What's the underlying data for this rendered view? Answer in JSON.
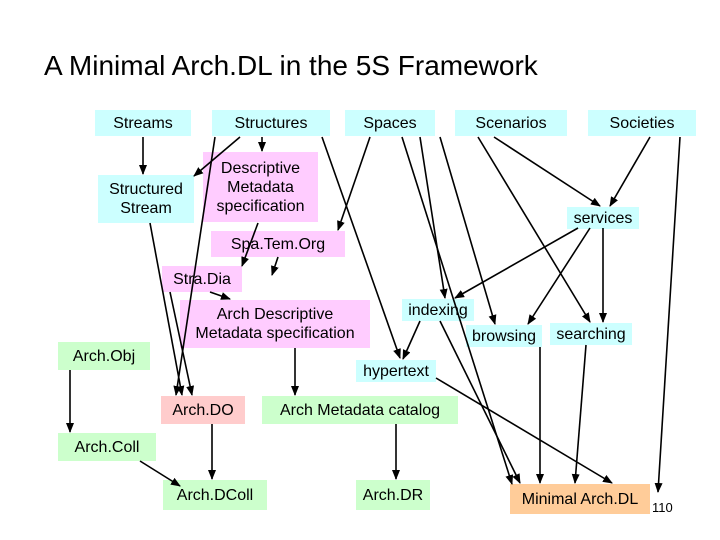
{
  "title": "A Minimal Arch.DL in the 5S Framework",
  "page_number": "110",
  "nodes": {
    "streams": "Streams",
    "structures": "Structures",
    "spaces": "Spaces",
    "scenarios": "Scenarios",
    "societies": "Societies",
    "structured_stream": "Structured\nStream",
    "descriptive_metadata": "Descriptive\nMetadata\nspecification",
    "services": "services",
    "spatemorg": "Spa.Tem.Org",
    "stradia": "Stra.Dia",
    "arch_descriptive_metadata": "Arch Descriptive\nMetadata specification",
    "indexing": "indexing",
    "browsing": "browsing",
    "searching": "searching",
    "archobj": "Arch.Obj",
    "hypertext": "hypertext",
    "archdo": "Arch.DO",
    "arch_metadata_catalog": "Arch Metadata catalog",
    "archcoll": "Arch.Coll",
    "archdcoll": "Arch.DColl",
    "archdr": "Arch.DR",
    "minimal_archdl": "Minimal Arch.DL"
  },
  "colors": {
    "cyan": "#ccffff",
    "pink": "#ffccff",
    "green": "#ccffcc",
    "light_pink": "#ffcccc",
    "orange": "#ffcc99"
  }
}
